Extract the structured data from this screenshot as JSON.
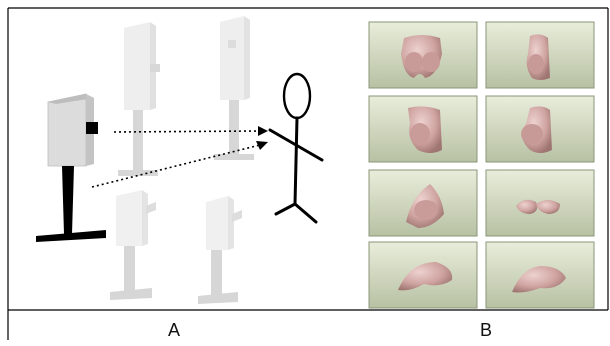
{
  "panels": {
    "left_label": "A",
    "right_label": "B"
  },
  "colors": {
    "frame": "#000000",
    "scanner_main": "#dcdcdc",
    "scanner_faded": "#ebebeb",
    "stand": "#000000",
    "stand_faded": "#d4d4d4",
    "thumb_bg_top": "#e8ecd8",
    "thumb_bg_bottom": "#b8c2a4",
    "skin": "#d2a9a6",
    "skin_shadow": "#a47a77"
  },
  "thumbnails": [
    {
      "row": 1,
      "col": 1,
      "view": "frontal-torso"
    },
    {
      "row": 1,
      "col": 2,
      "view": "side-torso"
    },
    {
      "row": 2,
      "col": 1,
      "view": "oblique-torso"
    },
    {
      "row": 2,
      "col": 2,
      "view": "profile-torso"
    },
    {
      "row": 3,
      "col": 1,
      "view": "oblique-cropped"
    },
    {
      "row": 3,
      "col": 2,
      "view": "breast-surfaces"
    },
    {
      "row": 4,
      "col": 1,
      "view": "surface-left"
    },
    {
      "row": 4,
      "col": 2,
      "view": "surface-right"
    }
  ]
}
